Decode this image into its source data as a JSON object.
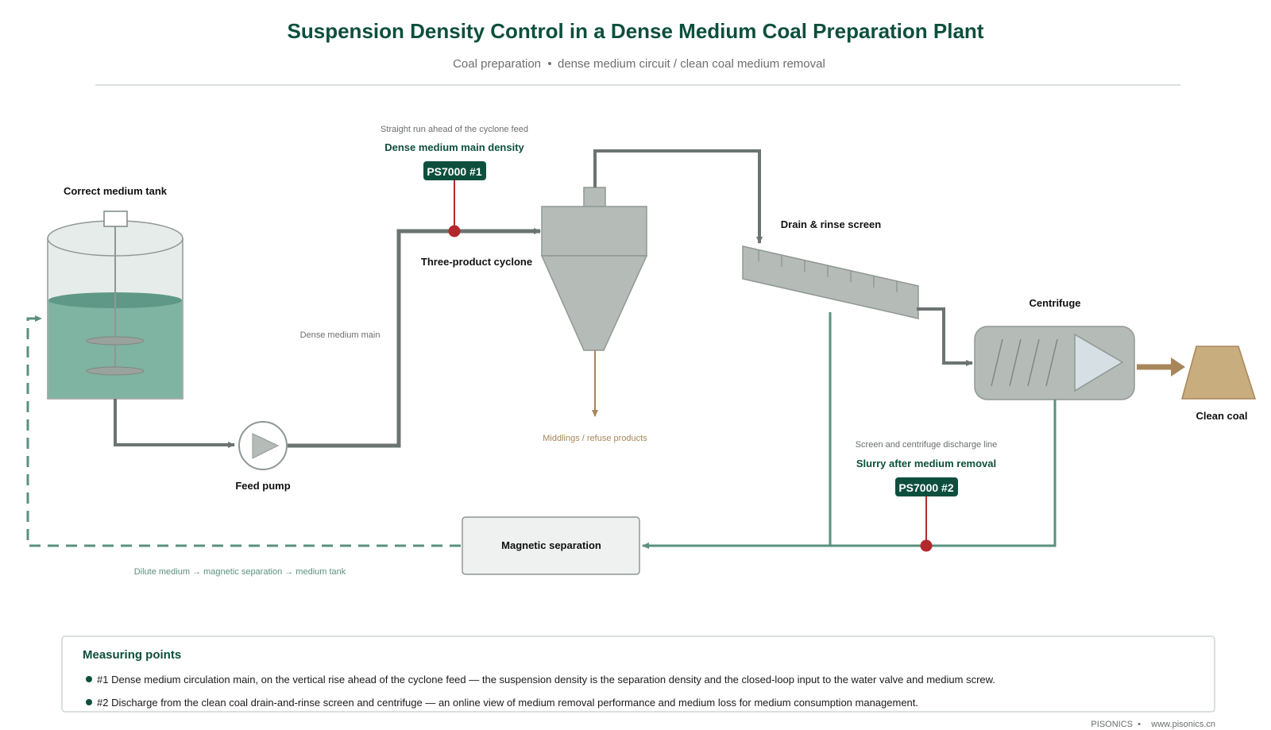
{
  "header": {
    "title": "Suspension Density Control in a Dense Medium Coal Preparation Plant",
    "subtitle_left": "Coal preparation",
    "subtitle_sep": "•",
    "subtitle_right": "dense medium circuit / clean coal medium removal"
  },
  "equipment": {
    "tank": "Correct medium tank",
    "pump": "Feed pump",
    "cyclone": "Three-product cyclone",
    "screen": "Drain & rinse screen",
    "centrifuge": "Centrifuge",
    "clean_coal": "Clean coal",
    "magnetic": "Magnetic separation"
  },
  "lines": {
    "dense_main": "Dense medium main",
    "middlings": "Middlings / refuse products",
    "dilute": "Dilute medium → magnetic separation → medium tank"
  },
  "measuring_points": [
    {
      "note": "Straight run ahead of the cyclone feed",
      "title": "Dense medium main density",
      "tag": "PS7000 #1"
    },
    {
      "note": "Screen and centrifuge discharge line",
      "title": "Slurry after medium removal",
      "tag": "PS7000 #2"
    }
  ],
  "legend": {
    "title": "Measuring points",
    "items": [
      "#1 Dense medium circulation main, on the vertical rise ahead of the cyclone feed — the suspension density is the separation density and the closed-loop input to the water valve and medium screw.",
      "#2 Discharge from the clean coal drain-and-rinse screen and centrifuge — an online view of medium removal performance and medium loss for medium consumption management."
    ]
  },
  "footer": {
    "brand": "PISONICS",
    "sep": "•",
    "url": "www.pisonics.cn"
  },
  "colors": {
    "accent": "#0d4f3c",
    "pipe_dark": "#6b7470",
    "pipe_green": "#5a9080",
    "sensor_red": "#b3282d",
    "equipment_gray": "#b5bcb8",
    "medium_green": "#7fb3a2",
    "coal_tan": "#c8ad7f"
  }
}
